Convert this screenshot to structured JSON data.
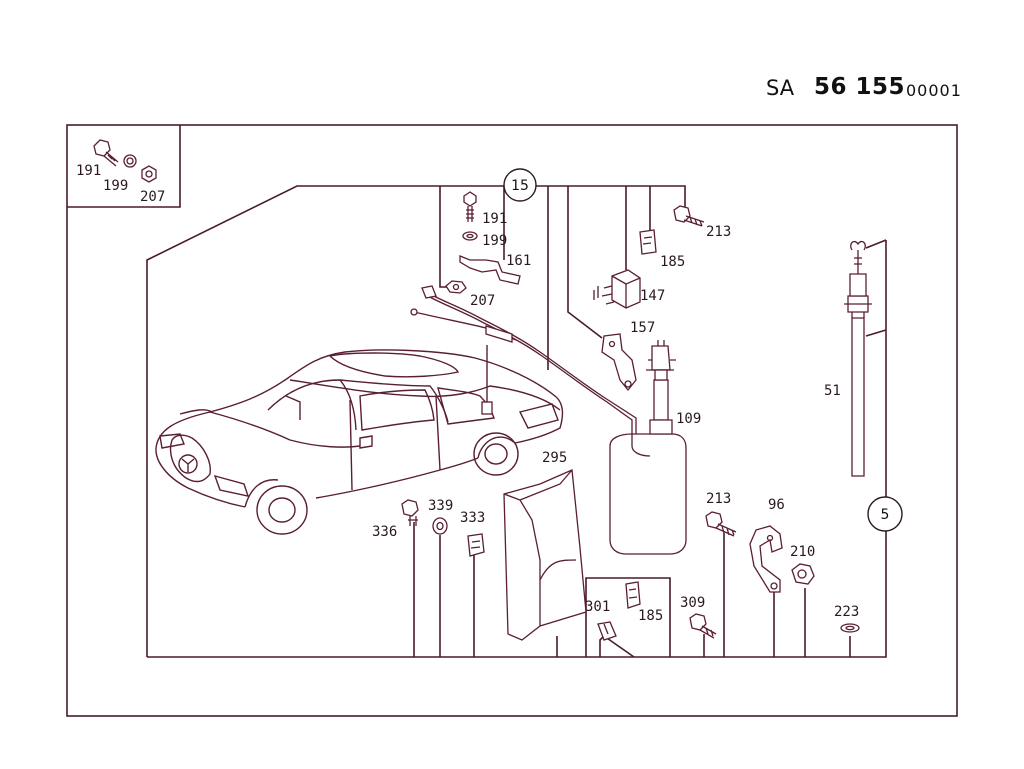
{
  "header": {
    "prefix": "SA",
    "part_number": "56 155",
    "sequence": "00001"
  },
  "callouts": [
    {
      "id": "15",
      "label": "15"
    },
    {
      "id": "5",
      "label": "5"
    }
  ],
  "part_labels": {
    "p191a": "191",
    "p199a": "199",
    "p207a": "207",
    "p191b": "191",
    "p199b": "199",
    "p161": "161",
    "p207b": "207",
    "p213a": "213",
    "p185a": "185",
    "p147": "147",
    "p157": "157",
    "p109": "109",
    "p51": "51",
    "p295": "295",
    "p336": "336",
    "p339": "339",
    "p333": "333",
    "p301": "301",
    "p185b": "185",
    "p309": "309",
    "p213b": "213",
    "p96": "96",
    "p210": "210",
    "p223": "223"
  }
}
